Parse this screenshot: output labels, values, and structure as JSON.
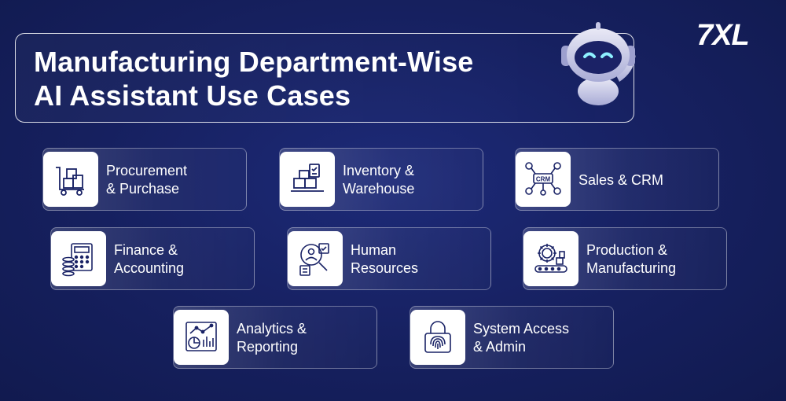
{
  "header": {
    "title_line1": "Manufacturing Department-Wise",
    "title_line2": "AI Assistant Use Cases",
    "logo_text": "7XL"
  },
  "cards": [
    {
      "line1": "Procurement",
      "line2": "& Purchase",
      "icon": "cart-boxes-icon"
    },
    {
      "line1": "Inventory &",
      "line2": "Warehouse",
      "icon": "warehouse-boxes-icon"
    },
    {
      "line1": "Sales & CRM",
      "line2": "",
      "icon": "crm-network-icon"
    },
    {
      "line1": "Finance &",
      "line2": "Accounting",
      "icon": "calculator-coins-icon"
    },
    {
      "line1": "Human",
      "line2": "Resources",
      "icon": "hr-search-icon"
    },
    {
      "line1": "Production &",
      "line2": "Manufacturing",
      "icon": "gear-conveyor-icon"
    },
    {
      "line1": "Analytics &",
      "line2": "Reporting",
      "icon": "analytics-chart-icon"
    },
    {
      "line1": "System Access",
      "line2": "& Admin",
      "icon": "fingerprint-lock-icon"
    }
  ],
  "colors": {
    "background": "#16205f",
    "card_text": "#ffffff",
    "icon_stroke": "#1a2366"
  }
}
